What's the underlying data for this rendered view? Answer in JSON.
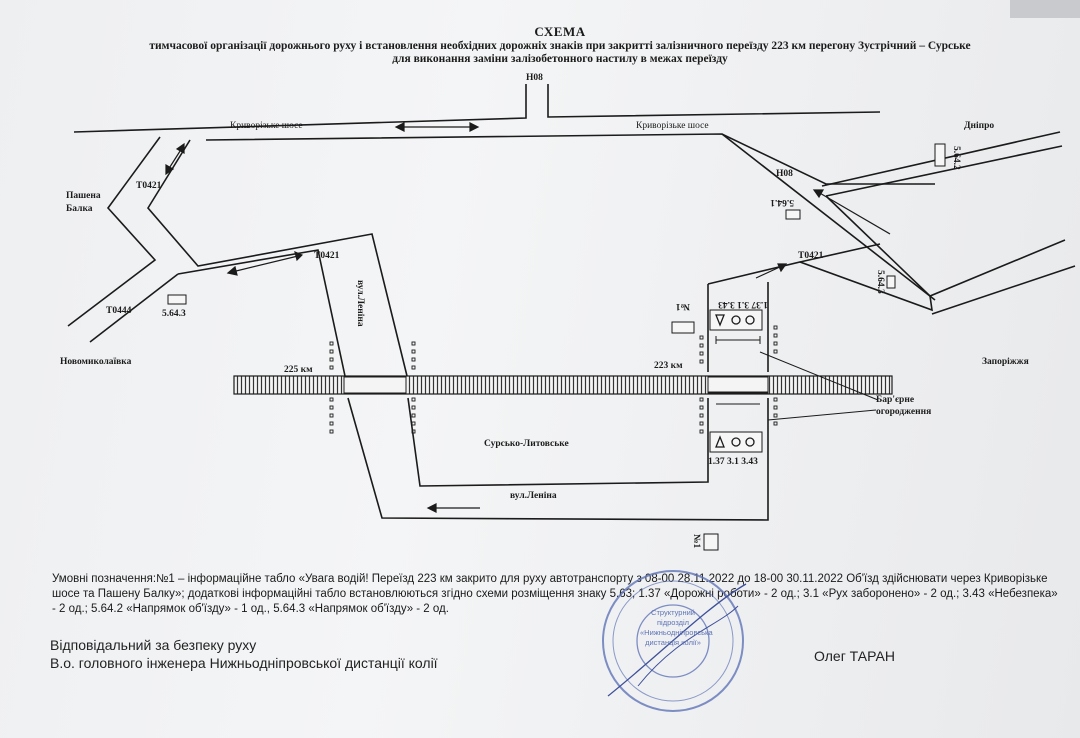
{
  "title": {
    "line1": "СХЕМА",
    "line2": "тимчасової організації дорожнього руху і встановлення необхідних дорожніх знаків при закритті залізничного переїзду 223 км перегону Зустрічний – Сурське",
    "line3": "для виконання заміни залізобетонного настилу в межах переїзду"
  },
  "map": {
    "h08_top": "Н08",
    "road_left": "Криворізьке шосе",
    "road_right": "Криворізьке шосе",
    "dnipro": "Дніпро",
    "pashena": "Пашена",
    "balka": "Балка",
    "t0421_upper": "Т0421",
    "t0421_mid": "Т0421",
    "t0421_right": "Т0421",
    "t0444": "Т0444",
    "h08_right": "Н08",
    "novomykolaivka": "Новомиколаївка",
    "km225": "225 км",
    "km223": "223 км",
    "lenina_vertical": "вул.Леніна",
    "lenina_bottom": "вул.Леніна",
    "surske": "Сурсько-Литовське",
    "zaporizhzhia": "Запоріжжя",
    "barrier1": "Бар'єрне",
    "barrier2": "огородження",
    "sign_5643_left": "5.64.3",
    "sign_5643_right": "5.64.3",
    "sign_5642": "5.64.2",
    "sign_5641": "5.64.1",
    "sign_no1_top": "№1",
    "sign_no1_bottom": "№1",
    "signs_top": "1.37 3.1 3.43",
    "signs_bottom": "1.37 3.1 3.43"
  },
  "legend": {
    "text": "Умовні позначення:№1 – інформаційне табло «Увага водій! Переїзд 223 км закрито для руху автотранспорту з 08-00 28.11.2022 до 18-00 30.11.2022 Об'їзд здійснювати через Криворізьке шосе та Пашену Балку»; додаткові інформаційні табло встановлюються згідно схеми розміщення знаку 5.63; 1.37 «Дорожні роботи» - 2 од.; 3.1 «Рух заборонено» - 2 од.; 3.43 «Небезпека» - 2 од.; 5.64.2 «Напрямок об'їзду» - 1 од., 5.64.3 «Напрямок об'їзду» - 2 од."
  },
  "responsible": {
    "line1": "Відповідальний за безпеку руху",
    "line2": "В.о. головного інженера Нижньодніпровської дистанції колії"
  },
  "signer": "Олег ТАРАН",
  "stamp": {
    "inner": "Структурний підрозділ «Нижньодніпровська дистанція колії»"
  },
  "colors": {
    "ink": "#1b1b1b",
    "stamp": "#5f74b8",
    "paper": "#f1f2f3"
  }
}
